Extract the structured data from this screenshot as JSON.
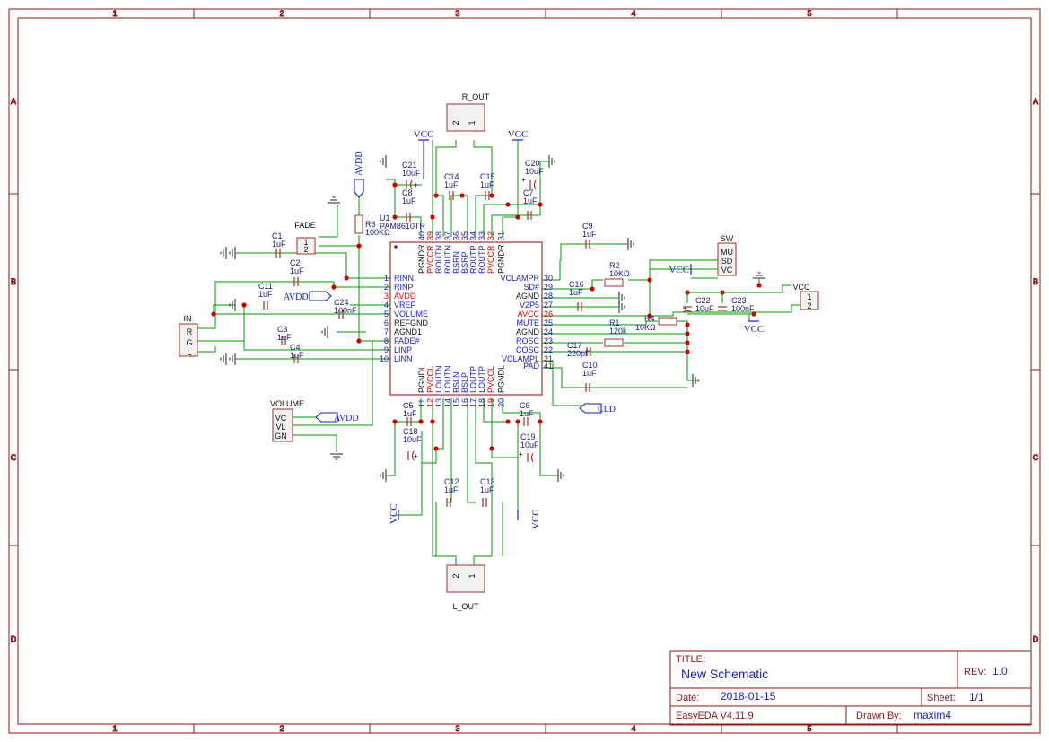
{
  "colors": {
    "frame": "#8b1a1a",
    "wire": "#009900",
    "pin_text_blue": "#1a1acc",
    "pin_text_red": "#e00000",
    "cap": "#a0302a",
    "junction": "#cc0000",
    "label_dark": "#1a1a80",
    "chip_fill": "#ffffff",
    "connector_fill": "#f2f2f2"
  },
  "frame": {
    "columns": [
      "1",
      "2",
      "3",
      "4",
      "5"
    ],
    "rows": [
      "A",
      "B",
      "C",
      "D"
    ]
  },
  "title_block": {
    "title_label": "TITLE:",
    "title": "New Schematic",
    "rev_label": "REV:",
    "rev": "1.0",
    "date_label": "Date:",
    "date": "2018-01-15",
    "sheet_label": "Sheet:",
    "sheet": "1/1",
    "tool": "EasyEDA V4.11.9",
    "drawn_label": "Drawn By:",
    "drawn_by": "maxim4"
  },
  "ic": {
    "ref": "U1",
    "part": "PAM8610TR",
    "left_pins": [
      {
        "num": "1",
        "name": "RINN",
        "red": false
      },
      {
        "num": "2",
        "name": "RINP",
        "red": false
      },
      {
        "num": "3",
        "name": "AVDD",
        "red": true
      },
      {
        "num": "4",
        "name": "VREF",
        "red": false
      },
      {
        "num": "5",
        "name": "VOLUME",
        "red": false
      },
      {
        "num": "6",
        "name": "REFGND",
        "red": false
      },
      {
        "num": "7",
        "name": "AGND1",
        "red": false
      },
      {
        "num": "8",
        "name": "FADE#",
        "red": false
      },
      {
        "num": "9",
        "name": "LINP",
        "red": false
      },
      {
        "num": "10",
        "name": "LINN",
        "red": false
      }
    ],
    "right_pins": [
      {
        "num": "30",
        "name": "VCLAMPR",
        "red": false
      },
      {
        "num": "29",
        "name": "SD#",
        "red": false
      },
      {
        "num": "28",
        "name": "AGND",
        "red": false
      },
      {
        "num": "27",
        "name": "V2P5",
        "red": false
      },
      {
        "num": "26",
        "name": "AVCC",
        "red": true
      },
      {
        "num": "25",
        "name": "MUTE",
        "red": false
      },
      {
        "num": "24",
        "name": "AGND",
        "red": false
      },
      {
        "num": "23",
        "name": "ROSC",
        "red": false
      },
      {
        "num": "22",
        "name": "COSC",
        "red": false
      },
      {
        "num": "21",
        "name": "VCLAMPL",
        "red": false
      },
      {
        "num": "41",
        "name": "PAD",
        "red": false
      }
    ],
    "top_pins": [
      {
        "num": "40",
        "name": "PGNDR",
        "red": false
      },
      {
        "num": "39",
        "name": "PVCCR",
        "red": true
      },
      {
        "num": "38",
        "name": "ROUTN",
        "red": false
      },
      {
        "num": "37",
        "name": "ROUTN",
        "red": false
      },
      {
        "num": "36",
        "name": "BSRN",
        "red": false
      },
      {
        "num": "35",
        "name": "BSRP",
        "red": false
      },
      {
        "num": "34",
        "name": "ROUTP",
        "red": false
      },
      {
        "num": "33",
        "name": "ROUTP",
        "red": false
      },
      {
        "num": "32",
        "name": "PVCCR",
        "red": true
      },
      {
        "num": "31",
        "name": "PGNDR",
        "red": false
      }
    ],
    "bottom_pins": [
      {
        "num": "11",
        "name": "PGNDL",
        "red": false
      },
      {
        "num": "12",
        "name": "PVCCL",
        "red": true
      },
      {
        "num": "13",
        "name": "LOUTN",
        "red": false
      },
      {
        "num": "14",
        "name": "LOUTN",
        "red": false
      },
      {
        "num": "15",
        "name": "BSLN",
        "red": false
      },
      {
        "num": "16",
        "name": "BSLP",
        "red": false
      },
      {
        "num": "17",
        "name": "LOUTP",
        "red": false
      },
      {
        "num": "18",
        "name": "LOUTP",
        "red": false
      },
      {
        "num": "19",
        "name": "PVCCL",
        "red": true
      },
      {
        "num": "20",
        "name": "PGNDL",
        "red": false
      }
    ]
  },
  "connectors": {
    "r_out": {
      "name": "R_OUT",
      "pins": [
        "2",
        "1"
      ]
    },
    "l_out": {
      "name": "L_OUT",
      "pins": [
        "2",
        "1"
      ]
    },
    "fade": {
      "name": "FADE",
      "pins": [
        "1",
        "2"
      ]
    },
    "in": {
      "name": "IN",
      "pins": [
        "R",
        "G",
        "L"
      ]
    },
    "volume": {
      "name": "VOLUME",
      "pins": [
        "VC",
        "VL",
        "GN"
      ]
    },
    "sw": {
      "name": "SW",
      "pins": [
        "MU",
        "SD",
        "VC"
      ]
    },
    "vcc": {
      "name": "VCC",
      "pins": [
        "1",
        "2"
      ]
    }
  },
  "capacitors": [
    {
      "ref": "C1",
      "value": "1uF"
    },
    {
      "ref": "C2",
      "value": "1uF"
    },
    {
      "ref": "C3",
      "value": "1uF"
    },
    {
      "ref": "C4",
      "value": "1uF"
    },
    {
      "ref": "C5",
      "value": "1uF"
    },
    {
      "ref": "C6",
      "value": "1uF"
    },
    {
      "ref": "C7",
      "value": "1uF"
    },
    {
      "ref": "C8",
      "value": "1uF"
    },
    {
      "ref": "C9",
      "value": "1uF"
    },
    {
      "ref": "C10",
      "value": "1uF"
    },
    {
      "ref": "C11",
      "value": "1uF"
    },
    {
      "ref": "C12",
      "value": "1uF"
    },
    {
      "ref": "C13",
      "value": "1uF"
    },
    {
      "ref": "C14",
      "value": "1uF"
    },
    {
      "ref": "C15",
      "value": "1uF"
    },
    {
      "ref": "C16",
      "value": "1uF"
    },
    {
      "ref": "C17",
      "value": "220pF"
    },
    {
      "ref": "C18",
      "value": "10uF"
    },
    {
      "ref": "C19",
      "value": "10uF"
    },
    {
      "ref": "C20",
      "value": "10uF"
    },
    {
      "ref": "C21",
      "value": "10uF"
    },
    {
      "ref": "C22",
      "value": "10uF"
    },
    {
      "ref": "C23",
      "value": "100nF"
    },
    {
      "ref": "C24",
      "value": "100nF"
    }
  ],
  "resistors": [
    {
      "ref": "R1",
      "value": "120k"
    },
    {
      "ref": "R2",
      "value": "10KΩ"
    },
    {
      "ref": "R3",
      "value": "100KΩ"
    },
    {
      "ref": "R4",
      "value": "10KΩ"
    }
  ],
  "nets": {
    "vcc": "VCC",
    "avdd": "AVDD",
    "cld": "CLD"
  }
}
